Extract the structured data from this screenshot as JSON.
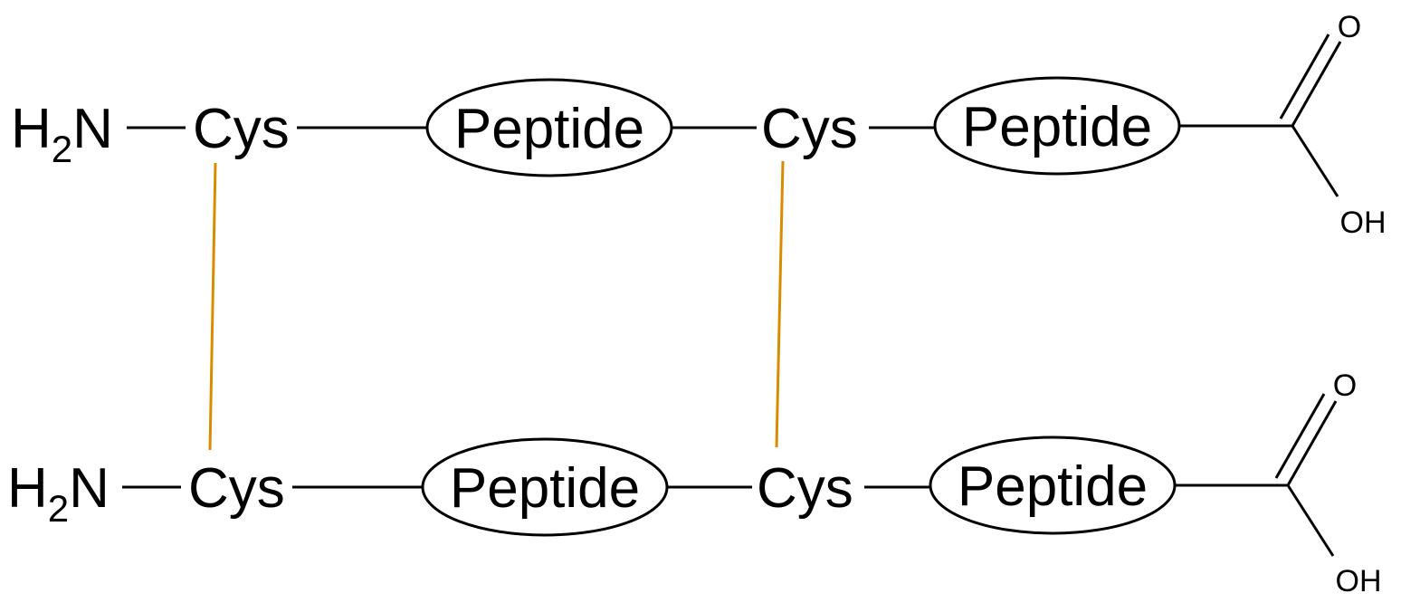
{
  "chains": [
    {
      "n_terminus": {
        "symbol": "H",
        "subscript": "2",
        "atom": "N"
      },
      "residues": [
        "Cys",
        "Peptide",
        "Cys",
        "Peptide"
      ],
      "carboxyl": {
        "carbonyl_o": "O",
        "hydroxyl": "OH"
      }
    },
    {
      "n_terminus": {
        "symbol": "H",
        "subscript": "2",
        "atom": "N"
      },
      "residues": [
        "Cys",
        "Peptide",
        "Cys",
        "Peptide"
      ],
      "carboxyl": {
        "carbonyl_o": "O",
        "hydroxyl": "OH"
      }
    }
  ],
  "disulfide_bonds": [
    {
      "from_residue": 0,
      "to_residue": 0
    },
    {
      "from_residue": 2,
      "to_residue": 2
    }
  ],
  "colors": {
    "bond": "#000000",
    "disulfide": "#d98c00"
  }
}
